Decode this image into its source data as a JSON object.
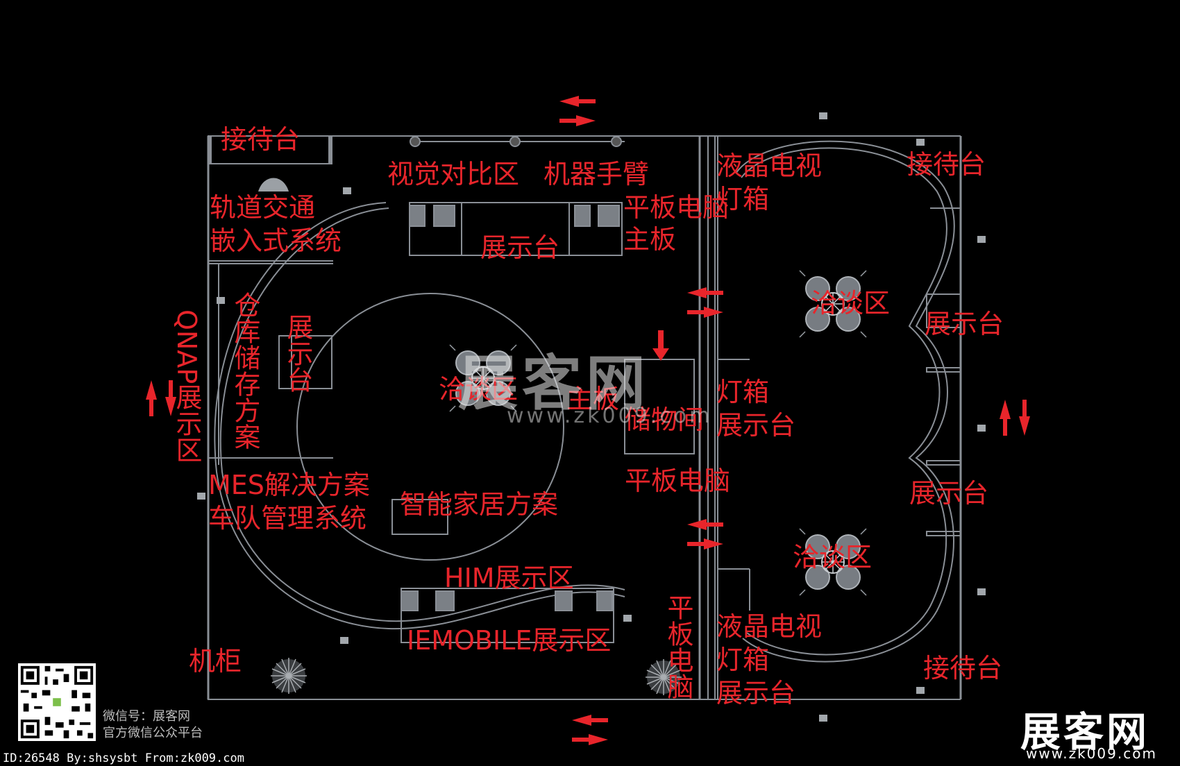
{
  "labels": {
    "reception_top_left": "接待台",
    "visual_compare": "视觉对比区",
    "robot_arm": "机器手臂",
    "rail_transit": "轨道交通",
    "embedded_system": "嵌入式系统",
    "tablet_top": "平板电脑",
    "mainboard_top": "主板",
    "display_top": "展示台",
    "lcd_tv_top": "液晶电视",
    "lightbox_top": "灯箱",
    "reception_top_right": "接待台",
    "nego_right_top": "洽谈区",
    "display_right_1": "展示台",
    "qnap_zone": "QNAP展示区",
    "warehouse_solution": "仓库储存方案",
    "display_left": "展示台",
    "nego_center": "洽谈区",
    "mainboard_center": "主板",
    "storage_room": "储物间",
    "lightbox_mid": "灯箱",
    "display_mid": "展示台",
    "tablet_mid": "平板电脑",
    "display_right_2": "展示台",
    "mes_solution": "MES解决方案",
    "fleet_system": "车队管理系统",
    "smart_home": "智能家居方案",
    "him_zone": "HIM展示区",
    "nego_right_bottom": "洽谈区",
    "iemobile_zone": "IEMOBILE展示区",
    "tablet_vertical": "平板电脑",
    "lcd_tv_bottom": "液晶电视",
    "lightbox_bottom": "灯箱",
    "display_bottom": "展示台",
    "reception_bottom_right": "接待台",
    "cabinet": "机柜"
  },
  "watermark": {
    "main": "展客网",
    "url": "www.zk009.com"
  },
  "brand": {
    "name": "展客网",
    "url": "www.zk009.com"
  },
  "qr_caption": {
    "line1": "微信号：展客网",
    "line2": "官方微信公众平台"
  },
  "footer": "ID:26548 By:shsysbt From:zk009.com",
  "colors": {
    "label": "#e8252b",
    "background": "#000000",
    "line": "#8a8f96",
    "arrow": "#e8252b"
  },
  "icons": [
    "two-way-arrow-icon",
    "qr-code-icon",
    "chair-icon",
    "plant-icon"
  ]
}
